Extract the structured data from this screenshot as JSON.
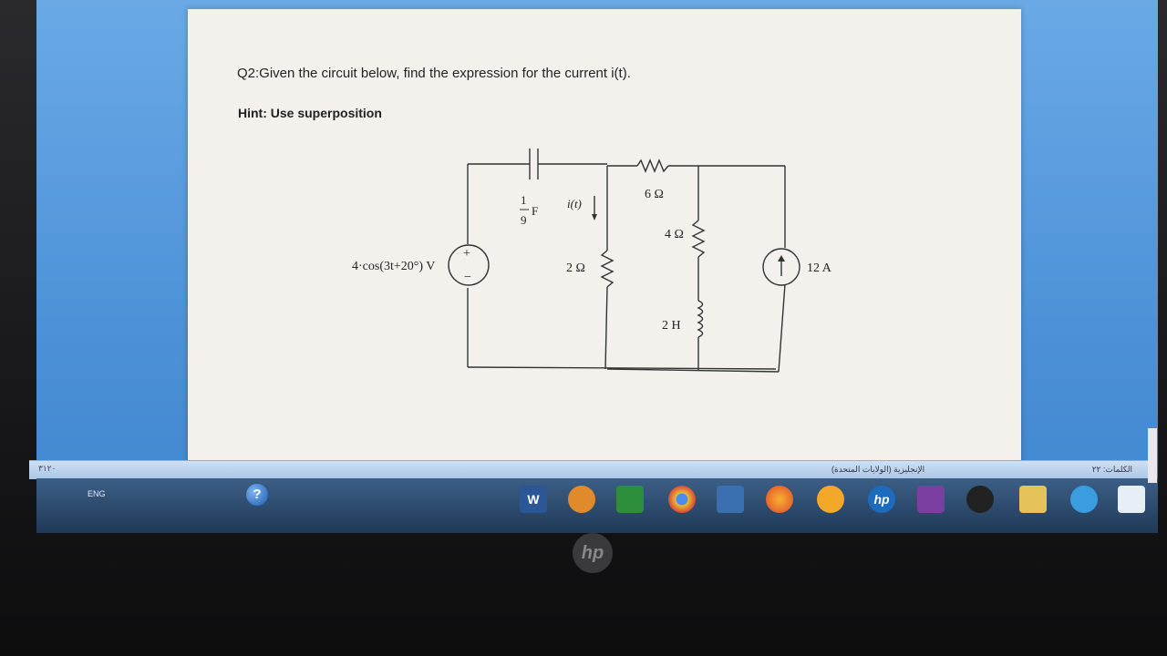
{
  "document": {
    "question": "Q2:Given the circuit below, find the expression for the current i(t).",
    "hint": "Hint: Use superposition"
  },
  "circuit": {
    "voltage_source": "4·cos(3t+20°) V",
    "capacitor_num": "1",
    "capacitor_den": "9",
    "capacitor_unit": "F",
    "current_label": "i(t)",
    "r_6": "6 Ω",
    "r_4": "4 Ω",
    "r_2": "2 Ω",
    "inductor": "2 H",
    "current_source": "12 A",
    "plus": "+",
    "minus": "−"
  },
  "statusbar": {
    "lang": "الإنجليزية (الولايات المتحدة)",
    "words": "الكلمات: ٢٢",
    "zoom": "٣١٢٠"
  },
  "taskbar": {
    "lang": "ENG",
    "help": "?",
    "hp": "hp",
    "word_icon": "W"
  }
}
